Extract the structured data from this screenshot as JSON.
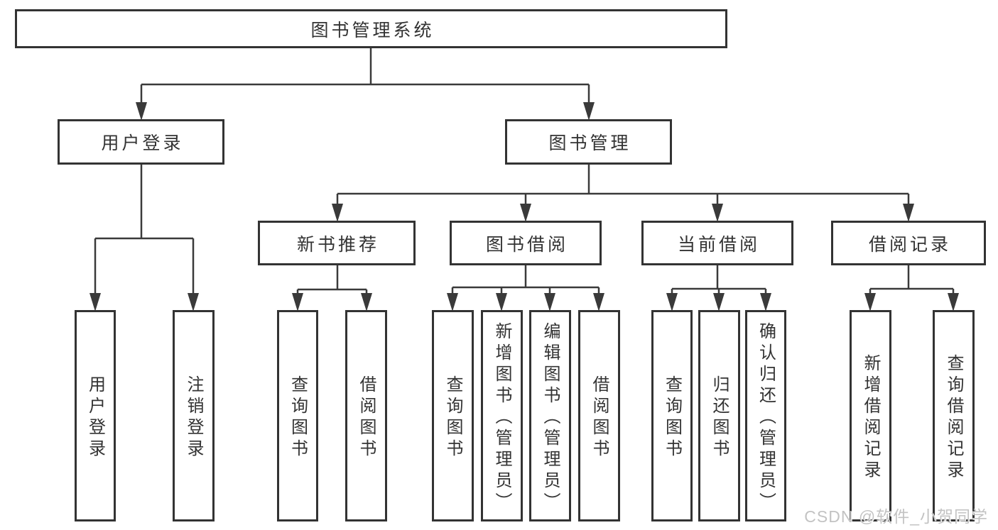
{
  "tree": {
    "root": {
      "label": "图书管理系统"
    },
    "children": [
      {
        "label": "用户登录",
        "children": [
          {
            "label": "用户登录"
          },
          {
            "label": "注销登录"
          }
        ]
      },
      {
        "label": "图书管理",
        "children": [
          {
            "label": "新书推荐",
            "children": [
              {
                "label": "查询图书"
              },
              {
                "label": "借阅图书"
              }
            ]
          },
          {
            "label": "图书借阅",
            "children": [
              {
                "label": "查询图书"
              },
              {
                "label": "新增图书（管理员）"
              },
              {
                "label": "编辑图书（管理员）"
              },
              {
                "label": "借阅图书"
              }
            ]
          },
          {
            "label": "当前借阅",
            "children": [
              {
                "label": "查询图书"
              },
              {
                "label": "归还图书"
              },
              {
                "label": "确认归还（管理员）"
              }
            ]
          },
          {
            "label": "借阅记录",
            "children": [
              {
                "label": "新增借阅记录"
              },
              {
                "label": "查询借阅记录"
              }
            ]
          }
        ]
      }
    ]
  },
  "watermark": {
    "text": "CSDN @软件_小贺同学"
  },
  "colors": {
    "line": "#3a3a3a",
    "box_border": "#333333",
    "text": "#333333",
    "watermark": "#c3c3c3",
    "background": "#ffffff"
  }
}
